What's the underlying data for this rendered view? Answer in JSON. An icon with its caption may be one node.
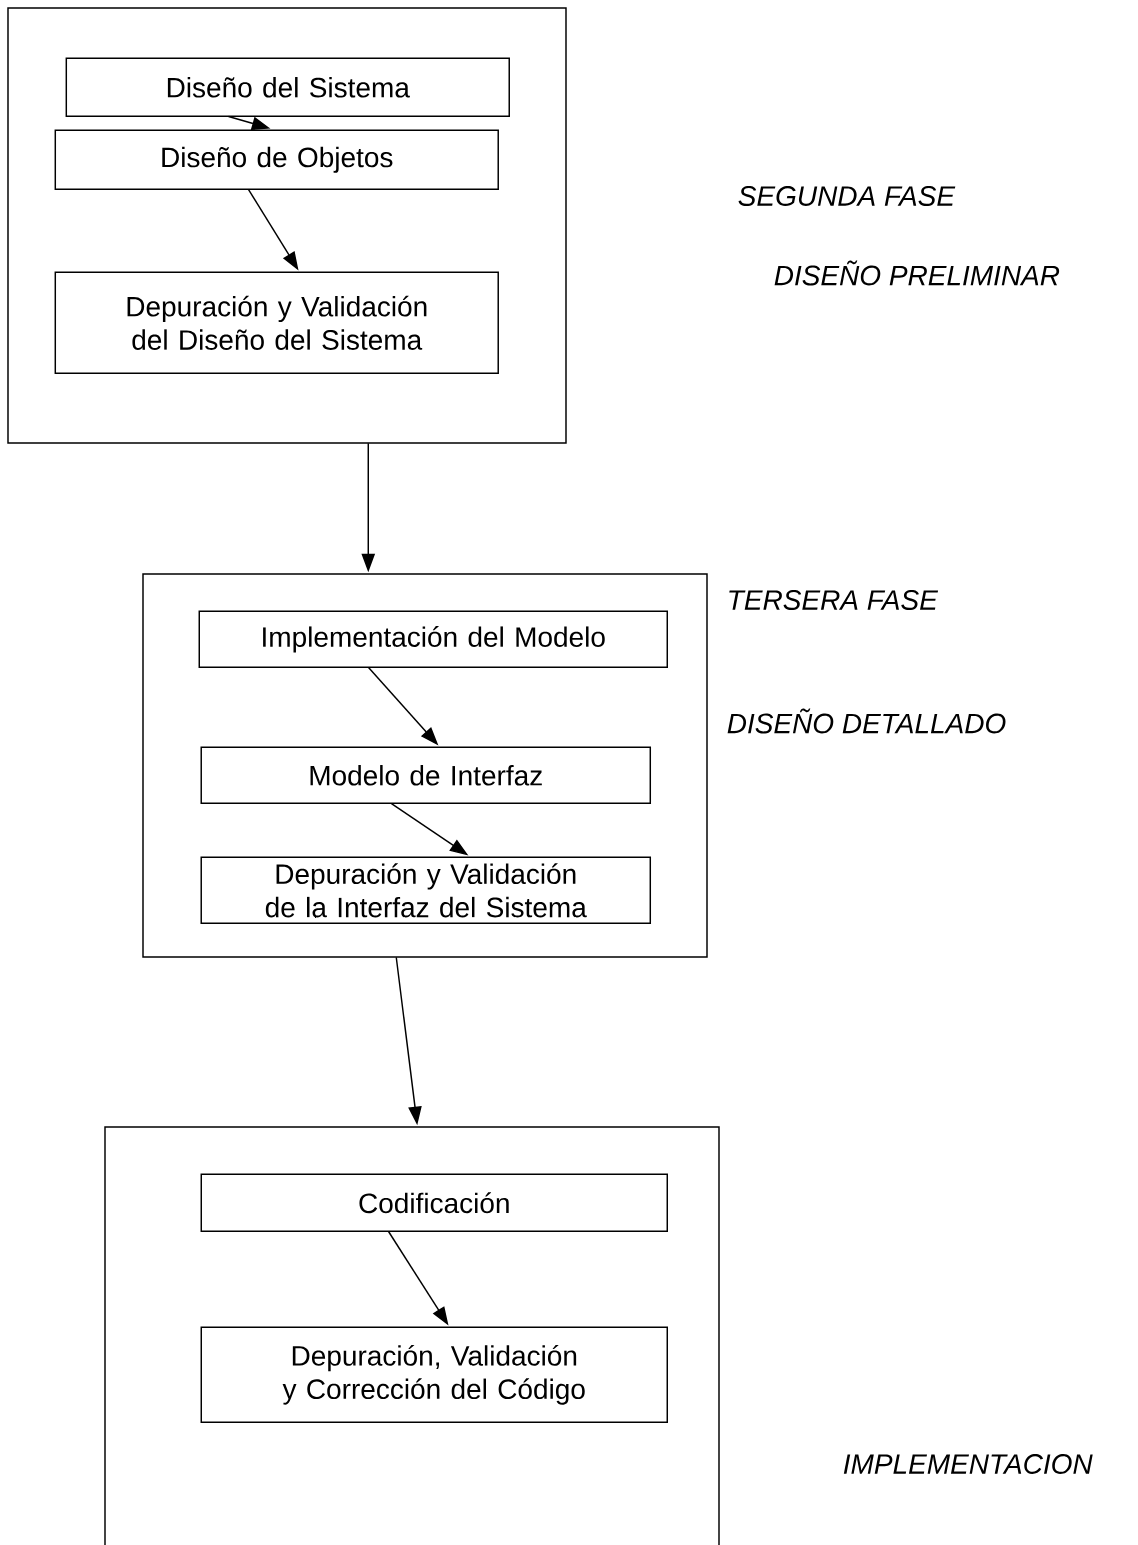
{
  "diagram": {
    "nodes": [
      {
        "text": [],
        "shape": "box"
      },
      {
        "text": [
          "Diseño del Sistema"
        ],
        "in": 0
      },
      {
        "text": [
          "Diseño de Objetos"
        ],
        "in": 0
      },
      {
        "text": [
          "Depuración y Validación del Diseño del Sistema"
        ],
        "in": 0
      },
      {
        "text": [],
        "shape": "box"
      },
      {
        "text": [
          "Implementación del Modelo"
        ],
        "in": 4
      },
      {
        "text": [
          "Modelo de Interfaz"
        ],
        "in": 4
      },
      {
        "text": [
          "Depuración y Validación de la Interfaz del Sistema"
        ],
        "in": 4
      },
      {
        "text": [],
        "shape": "box"
      },
      {
        "text": [
          "Codificación"
        ],
        "in": 8
      },
      {
        "text": [
          "Depuración, Validación y Corrección del Código"
        ],
        "in": 8
      }
    ],
    "edges": [
      {
        "from": 1,
        "to": 2,
        "arrow": "to"
      },
      {
        "from": 2,
        "to": 3,
        "arrow": "to"
      },
      {
        "from": 0,
        "to": 4,
        "arrow": "to"
      },
      {
        "from": 5,
        "to": 6,
        "arrow": "to"
      },
      {
        "from": 6,
        "to": 7,
        "arrow": "to"
      },
      {
        "from": 4,
        "to": 8,
        "arrow": "to"
      },
      {
        "from": 9,
        "to": 10,
        "arrow": "to"
      }
    ],
    "labels": [
      "SEGUNDA FASE",
      "DISEÑO PRELIMINAR",
      "TERSERA FASE",
      "DISEÑO DETALLADO",
      "IMPLEMENTACION"
    ]
  }
}
